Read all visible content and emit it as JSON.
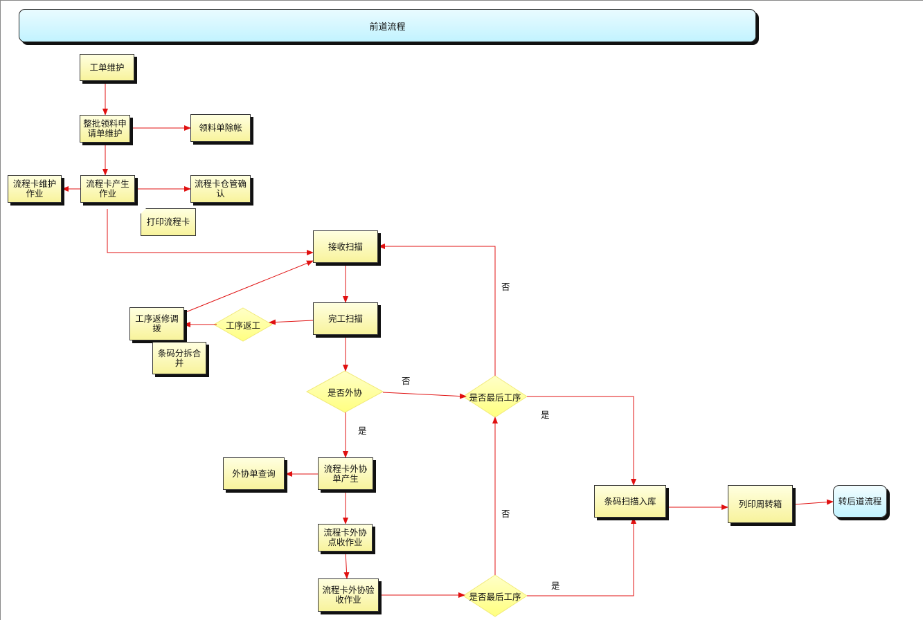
{
  "header": {
    "title": "前道流程"
  },
  "nodes": {
    "work_order": "工单维护",
    "batch_request": "整批领料申请单维护",
    "request_clear": "领料单除帐",
    "card_create": "流程卡产生作业",
    "card_maintain": "流程卡维护作业",
    "card_confirm": "流程卡仓管确认",
    "print_card": "打印流程卡",
    "receive_scan": "接收扫描",
    "finish_scan": "完工扫描",
    "rework_adjust": "工序返修调拨",
    "barcode_split": "条码分拆合并",
    "outsource_query": "外协单查询",
    "outsource_create": "流程卡外协单产生",
    "outsource_count": "流程卡外协点收作业",
    "outsource_inspect": "流程卡外协验收作业",
    "barcode_stock": "条码扫描入库",
    "print_box": "列印周转箱",
    "next_flow": "转后道流程"
  },
  "decisions": {
    "rework": "工序返工",
    "is_outsource": "是否外协",
    "is_last_1": "是否最后工序",
    "is_last_2": "是否最后工序"
  },
  "edge_labels": {
    "outsource_no": "否",
    "outsource_yes": "是",
    "last1_no": "否",
    "last1_yes": "是",
    "last2_no": "否",
    "last2_yes": "是"
  },
  "colors": {
    "arrow": "#e01010",
    "node_fill": "#f8f39c",
    "decision_fill": "#ffff99",
    "banner_fill": "#c2f3ff"
  }
}
